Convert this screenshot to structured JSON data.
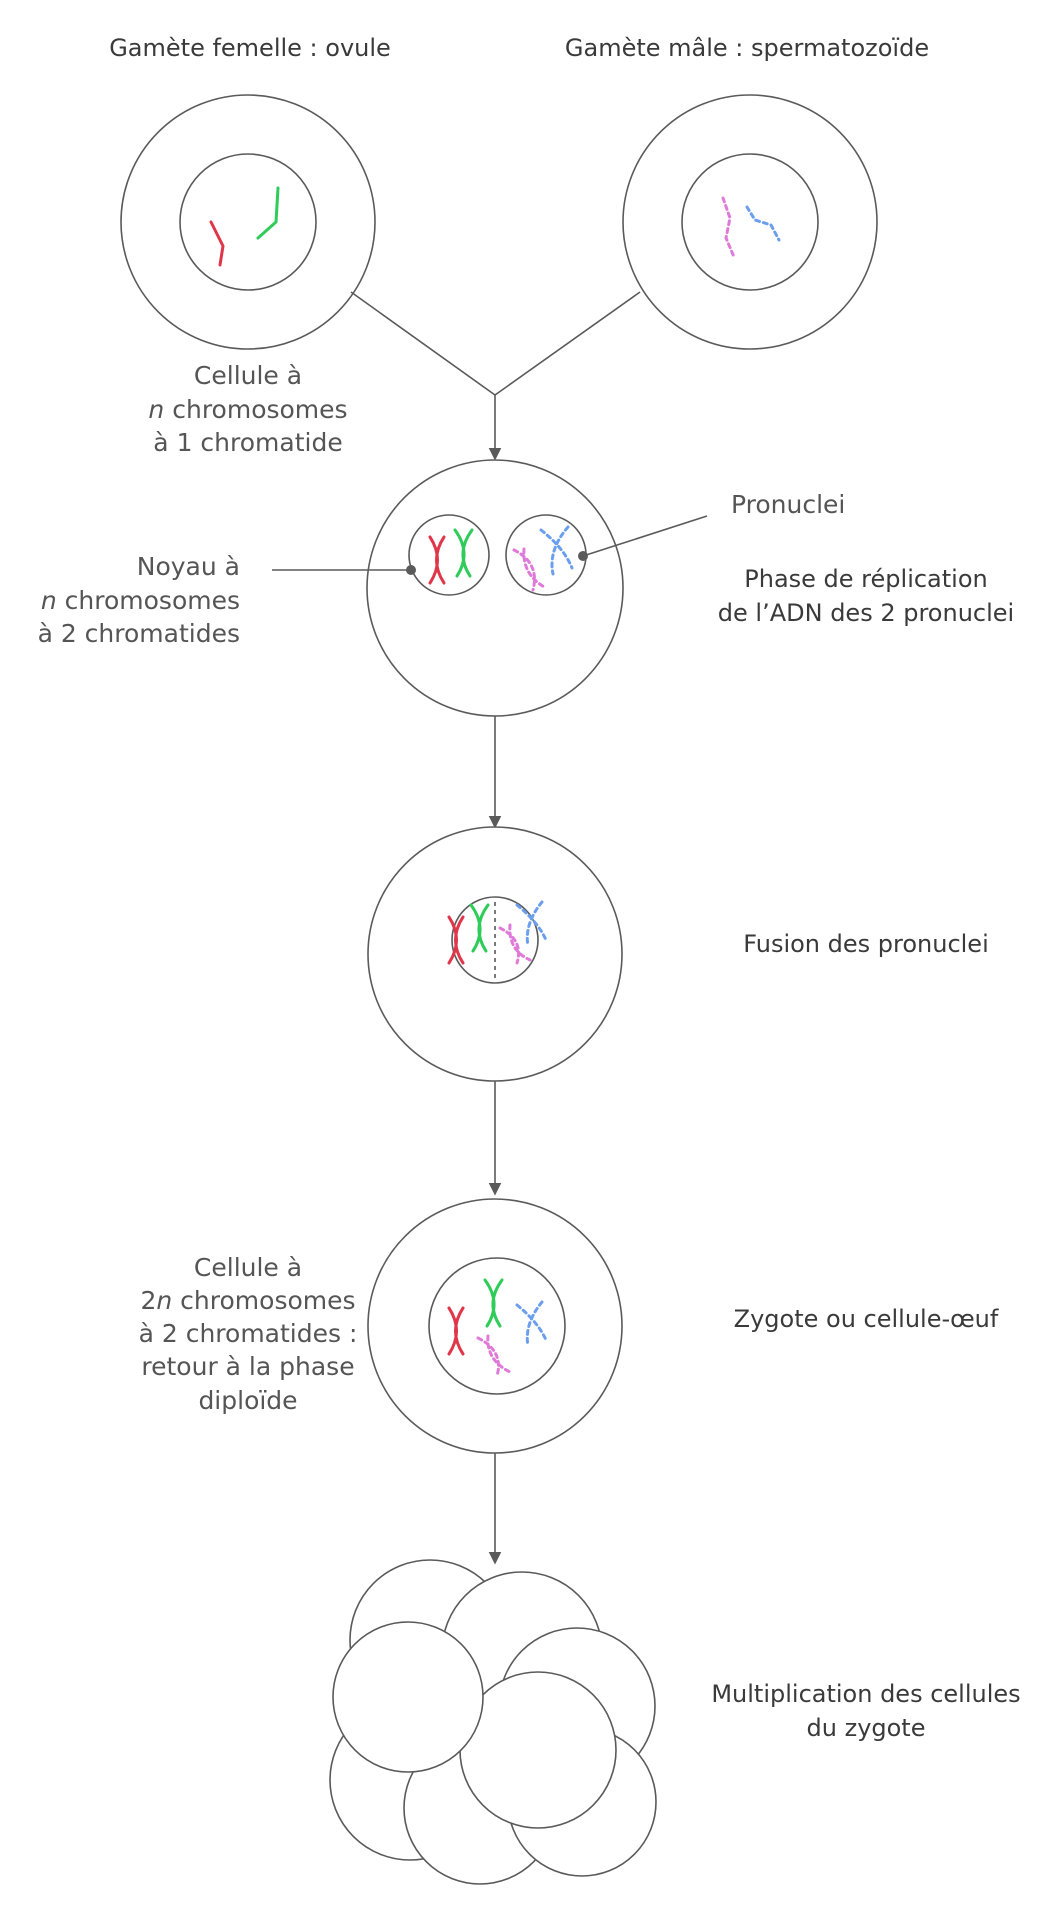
{
  "titles": {
    "female_gamete": "Gamète femelle : ovule",
    "male_gamete": "Gamète mâle : spermatozoïde"
  },
  "labels": {
    "haploid_cell": [
      "Cellule à",
      "n",
      " chromosomes",
      "à 1 chromatide"
    ],
    "nucleus": [
      "Noyau à",
      "n",
      " chromosomes",
      "à 2 chromatides"
    ],
    "pronuclei": "Pronuclei",
    "diploid_cell": [
      "Cellule à",
      "2",
      "n",
      " chromosomes",
      "à 2 chromatides :",
      "retour à la phase",
      "diploïde"
    ]
  },
  "steps": {
    "replication": [
      "Phase de réplication",
      "de l’ADN des 2 pronuclei"
    ],
    "fusion": "Fusion des pronuclei",
    "zygote": "Zygote ou cellule-œuf",
    "multiplication": [
      "Multiplication des cellules",
      "du zygote"
    ]
  },
  "colors": {
    "red": "#e0364a",
    "green": "#2fcc5a",
    "pink": "#e07ad8",
    "blue": "#6b9fee",
    "line": "#5a5a5a"
  }
}
